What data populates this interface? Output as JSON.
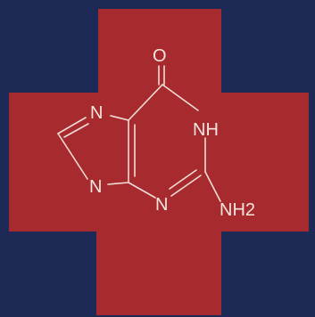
{
  "colors": {
    "background": "#1c2a55",
    "cross": "#a72a2e",
    "structure": "#f1ddd6"
  },
  "molecule": {
    "atoms": {
      "o": "O",
      "nh": "NH",
      "n7": "N",
      "n9": "N",
      "n3": "N",
      "nh2": "NH2"
    }
  }
}
